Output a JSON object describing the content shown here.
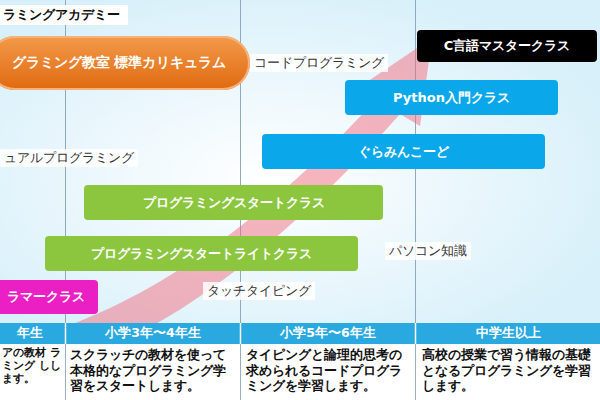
{
  "diagram": {
    "title": "ラミングアカデミー",
    "nodes": [
      {
        "text": [
          "グラミング教室 標準カリキュラム"
        ]
      },
      {
        "text": [
          "C言語マスタークラス"
        ]
      },
      {
        "text": [
          "Python入門クラス"
        ]
      },
      {
        "text": [
          "ぐらみんこーど"
        ]
      },
      {
        "text": [
          "プログラミングスタートクラス"
        ]
      },
      {
        "text": [
          "プログラミングスタートライトクラス"
        ]
      },
      {
        "text": [
          "ラマークラス"
        ]
      }
    ],
    "labels": [
      "コードプログラミング",
      "ュアルプログラミング",
      "パソコン知識",
      "タッチタイピング",
      "年生",
      "小学3年〜4年生",
      "小学5年〜6年生",
      "中学生以上",
      "アの教材 ラミング しします。",
      "スクラッチの教材を使って本格的なプログラミング学習をスタートします。",
      "タイピングと論理的思考の求められるコードプログラミングを学習します。",
      "高校の授業で習う情報の基礎となるプログラミングを学習します。"
    ]
  }
}
